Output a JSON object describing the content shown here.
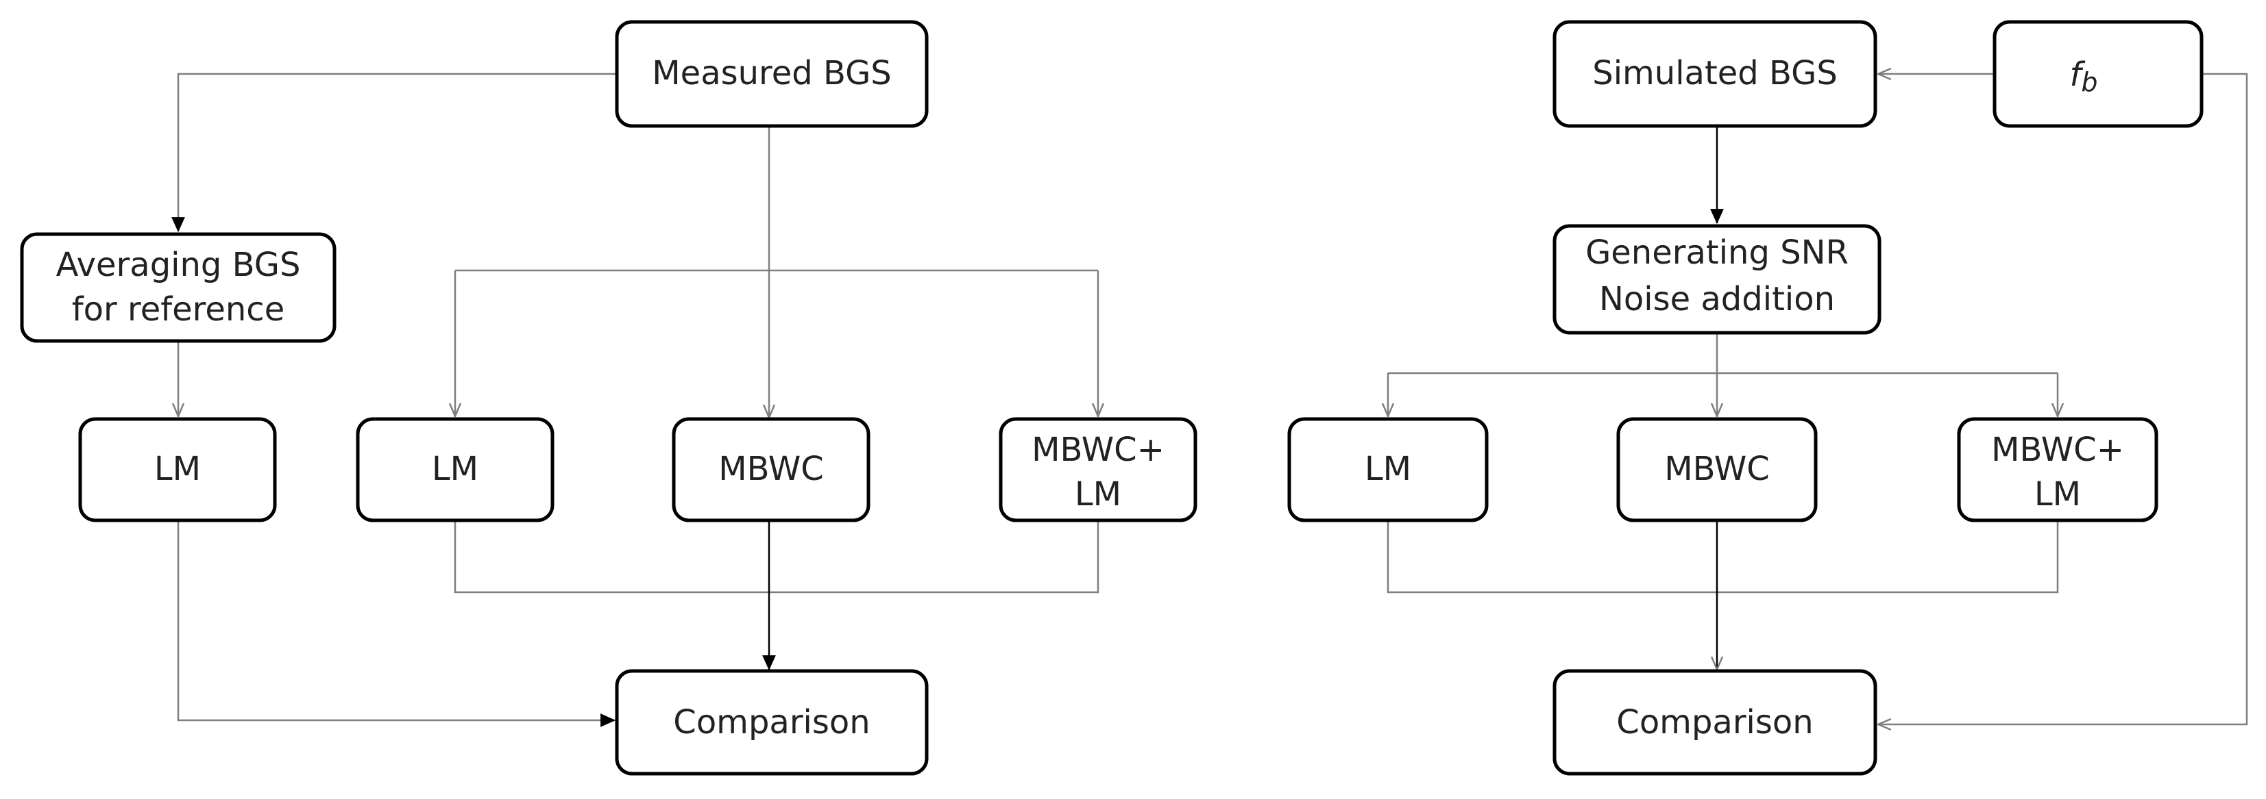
{
  "left": {
    "measured": "Measured BGS",
    "averaging_line1": "Averaging BGS",
    "averaging_line2": "for reference",
    "lm_ref": "LM",
    "lm": "LM",
    "mbwc": "MBWC",
    "mbwc_lm_line1": "MBWC+",
    "mbwc_lm_line2": "LM",
    "comparison": "Comparison"
  },
  "right": {
    "simulated": "Simulated BGS",
    "fb_main": "f",
    "fb_sub": "b",
    "noise_line1": "Generating SNR",
    "noise_line2": "Noise addition",
    "lm": "LM",
    "mbwc": "MBWC",
    "mbwc_lm_line1": "MBWC+",
    "mbwc_lm_line2": "LM",
    "comparison": "Comparison"
  }
}
